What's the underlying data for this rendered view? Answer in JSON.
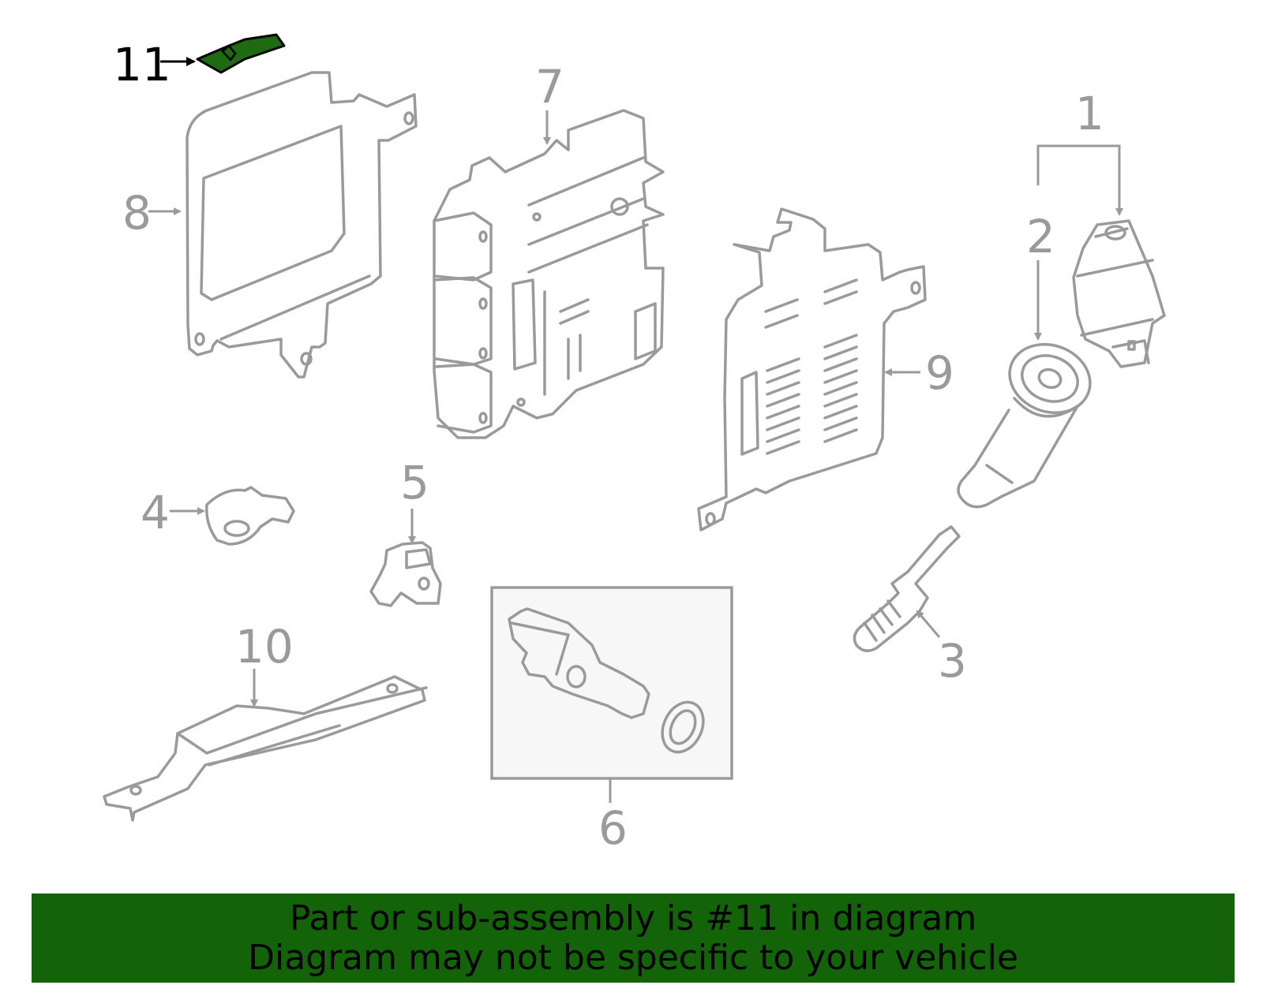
{
  "callouts": {
    "c1": "1",
    "c2": "2",
    "c3": "3",
    "c4": "4",
    "c5": "5",
    "c6": "6",
    "c7": "7",
    "c8": "8",
    "c9": "9",
    "c10": "10",
    "c11": "11"
  },
  "highlight": {
    "part_number": "11",
    "color": "#1f6b12"
  },
  "banner": {
    "line1": "Part or sub-assembly is #11 in diagram",
    "line2": "Diagram may not be specific to your vehicle",
    "background": "#136308"
  }
}
